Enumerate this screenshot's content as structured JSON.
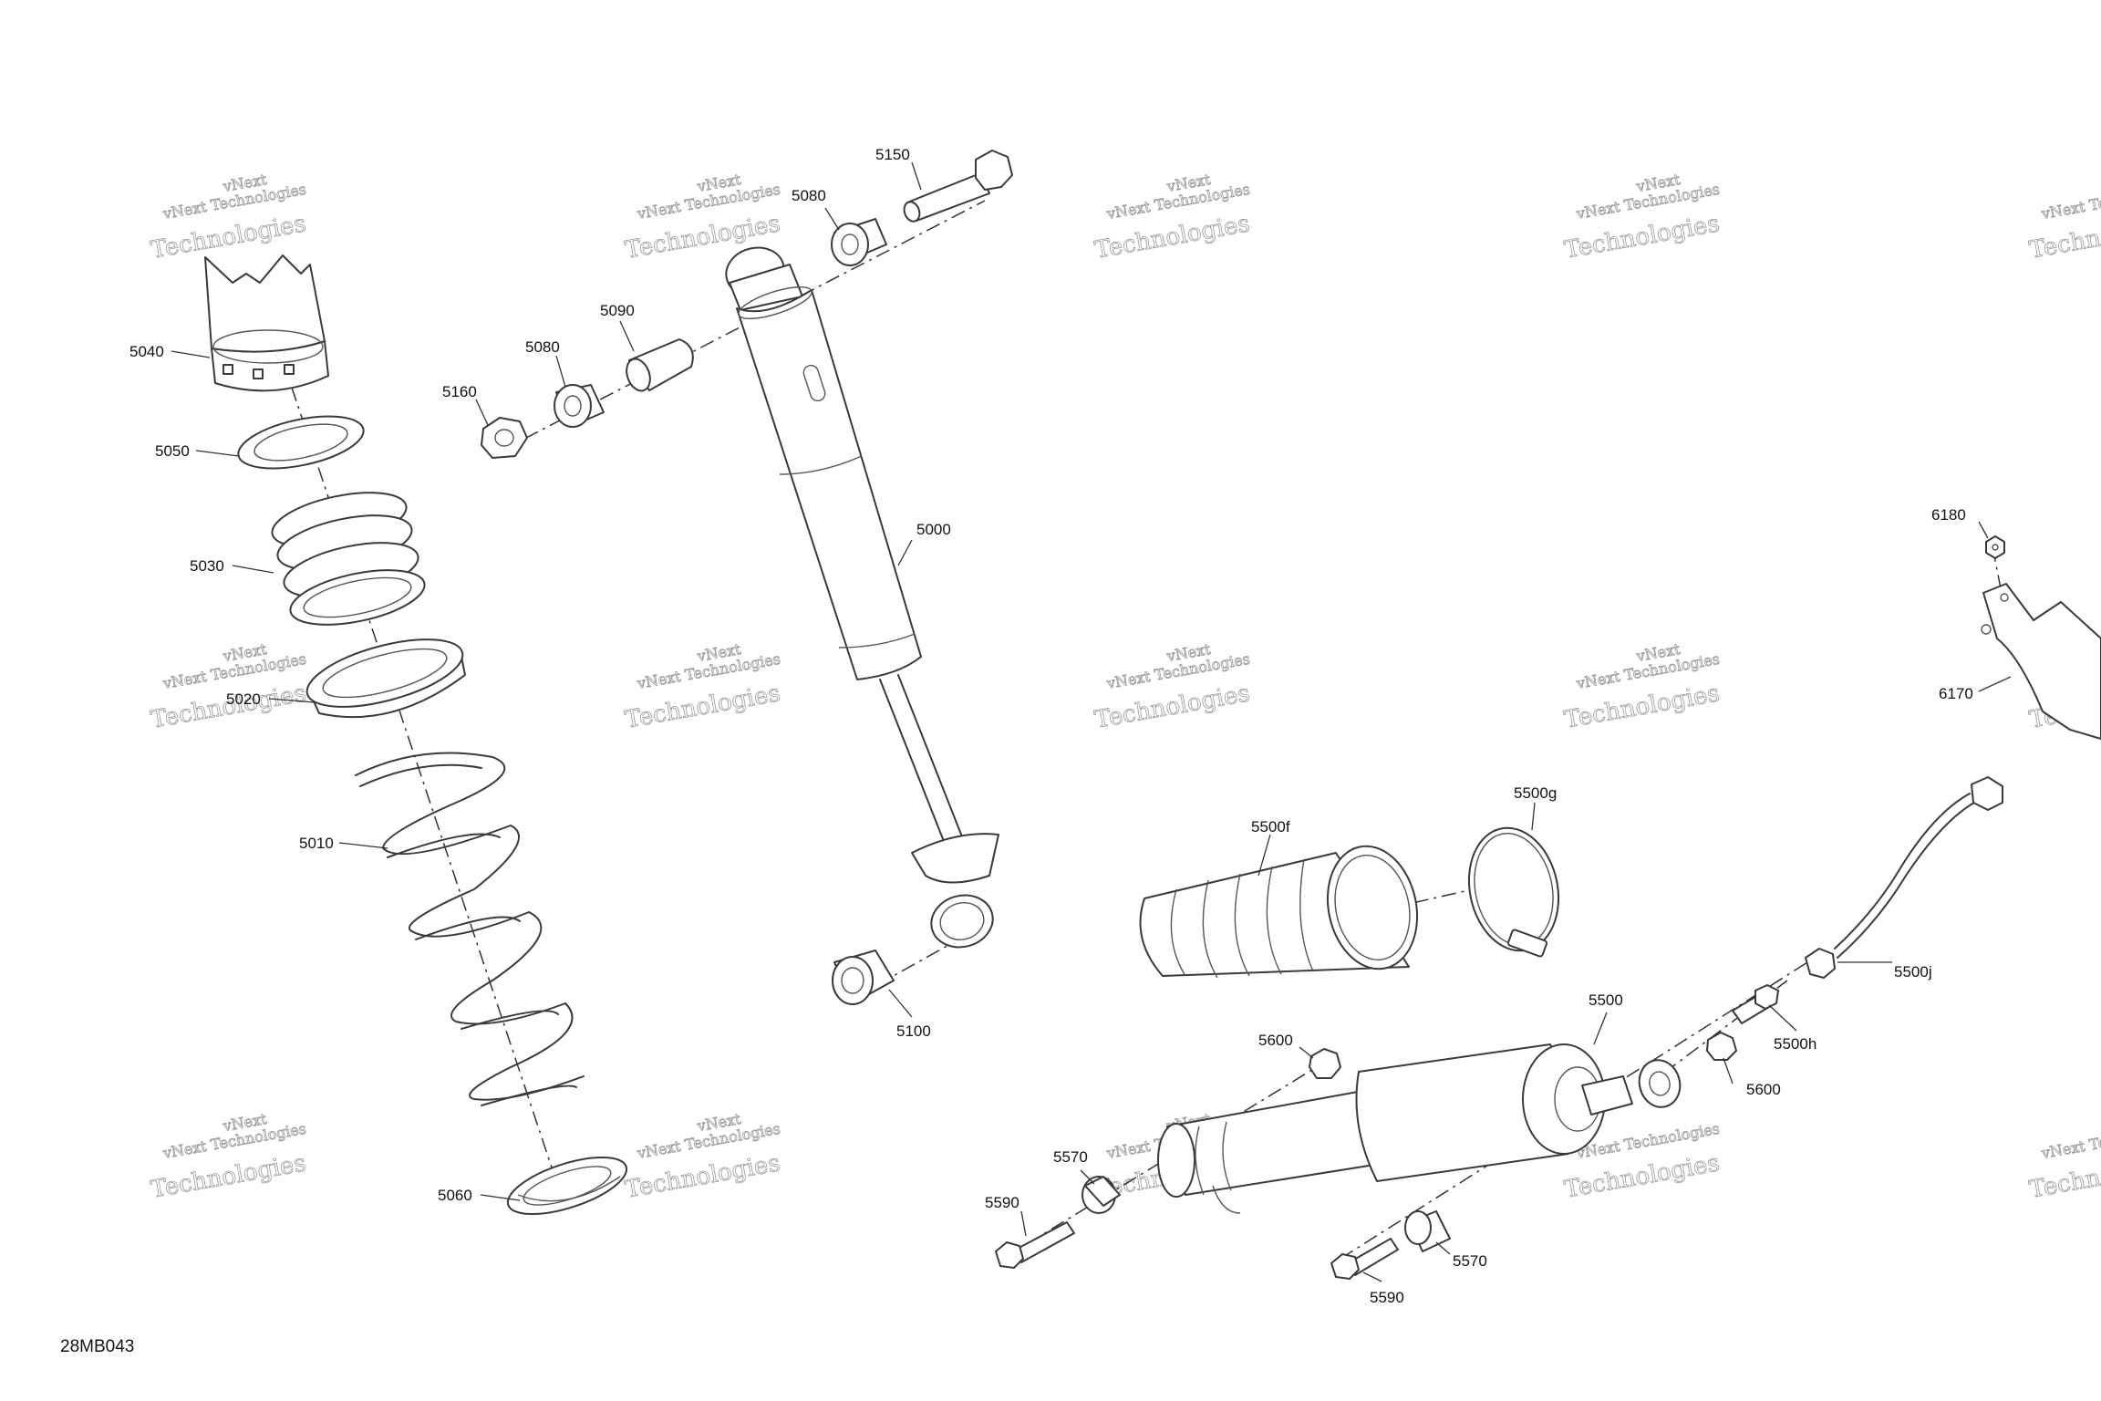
{
  "drawing_id": "28MB043",
  "watermark": {
    "line1": "vNext Technologies",
    "line2": "Technologies",
    "tag": "vNext"
  },
  "callouts": {
    "c5040": "5040",
    "c5050": "5050",
    "c5030": "5030",
    "c5020": "5020",
    "c5010": "5010",
    "c5060": "5060",
    "c5160": "5160",
    "c5080a": "5080",
    "c5090": "5090",
    "c5080b": "5080",
    "c5150": "5150",
    "c5000": "5000",
    "c5100": "5100",
    "c5500f": "5500f",
    "c5500g": "5500g",
    "c5500": "5500",
    "c5600a": "5600",
    "c5600b": "5600",
    "c5500h": "5500h",
    "c5500j": "5500j",
    "c5570a": "5570",
    "c5570b": "5570",
    "c5590a": "5590",
    "c5590b": "5590",
    "c6180": "6180",
    "c6170": "6170"
  }
}
